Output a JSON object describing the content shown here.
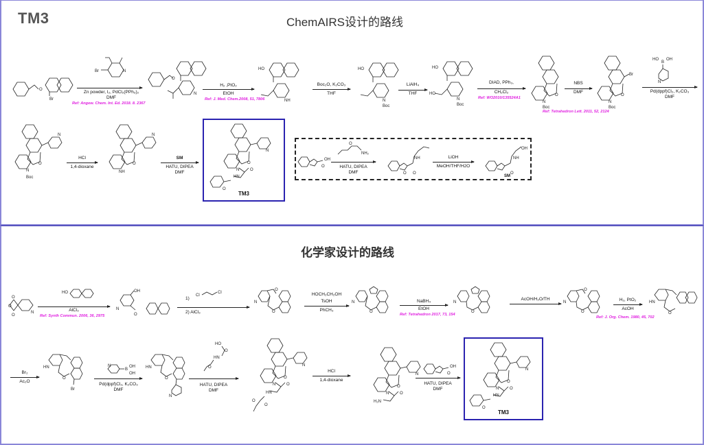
{
  "header": {
    "target_label": "TM3",
    "chemairs_title": "ChemAIRS设计的路线",
    "chemist_title": "化学家设计的路线"
  },
  "chemairs_route": {
    "steps": [
      {
        "reagent_top": "Zn powder, I₂, PdCl₂(PPh₃)₂",
        "reagent_bottom": "DMF",
        "ref": "Ref: Angew. Chem. Int. Ed. 2018. 8. 2367"
      },
      {
        "reagent_top": "H₂ ,PtO₂",
        "reagent_bottom": "EtOH",
        "ref": "Ref: J. Med. Chem.2008, 51, 7806"
      },
      {
        "reagent_top": "Boc₂O, K₂CO₃",
        "reagent_bottom": "THF"
      },
      {
        "reagent_top": "LiAlH₄",
        "reagent_bottom": "THF"
      },
      {
        "reagent_top": "DIAD, PPh₃,",
        "reagent_bottom": "CH₂Cl₂",
        "ref": "Ref: WO2010/135524A1"
      },
      {
        "reagent_top": "NBS",
        "reagent_bottom": "DMF",
        "ref": "Ref: Tetrahedron Lett. 2011, 52, 2124"
      },
      {
        "reagent_top": "Pd(dppf)Cl₂, K₂CO₃",
        "reagent_bottom": "DMF"
      },
      {
        "reagent_top": "HCl",
        "reagent_bottom": "1,4-dioxane"
      },
      {
        "reagent_top": "SM",
        "reagent_bottom": "HATU, DIPEA",
        "reagent_extra": "DMF"
      }
    ],
    "sm_synthesis": {
      "step1": {
        "reagent_top": "HATU, DIPEA",
        "reagent_bottom": "DMF"
      },
      "step2": {
        "reagent_top": "LiOH",
        "reagent_bottom": "MeOH/THF/H2O"
      },
      "product_label": "SM"
    },
    "product_label": "TM3"
  },
  "chemist_route": {
    "steps": [
      {
        "reagent_top": "AlCl₃",
        "ref": "Ref: Synth Commun. 2006, 36, 2975"
      },
      {
        "reagent_top": "1)",
        "reagent_bottom": "2)  AlCl₃"
      },
      {
        "reagent_top": "HOCH₂CH₂OH",
        "reagent_mid": "TsOH",
        "reagent_bottom": "PhCH₃"
      },
      {
        "reagent_top": "NaBH₄",
        "reagent_bottom": "EtOH",
        "ref": "Ref: Tetrahedron 2017, 73, 154"
      },
      {
        "reagent_top": "AcOH/H₂O/TH"
      },
      {
        "reagent_top": "H₂, PtO₂",
        "reagent_bottom": "AcOH",
        "ref": "Ref: J. Org. Chem. 1980, 45, 702"
      },
      {
        "reagent_top": "Br₂",
        "reagent_bottom": "Ac₂O"
      },
      {
        "reagent_top": "Pd(dppf)Cl₂, K₂CO₃",
        "reagent_bottom": "DMF"
      },
      {
        "reagent_top": "HATU, DIPEA",
        "reagent_bottom": "DMF"
      },
      {
        "reagent_top": "HCl",
        "reagent_bottom": "1,4-dioxane"
      },
      {
        "reagent_top": "HATU, DIPEA",
        "reagent_bottom": "DMF"
      }
    ],
    "product_label": "TM3"
  },
  "atom_labels": {
    "br": "Br",
    "o": "O",
    "n": "N",
    "oh": "OH",
    "ho": "HO",
    "nh": "NH",
    "hn": "HN",
    "boc": "Boc",
    "cl": "Cl",
    "nh2": "NH₂",
    "h2n": "H₂N",
    "b": "B"
  },
  "colors": {
    "frame": "#8a86d8",
    "tm_box": "#2a22b0",
    "ref": "#e020e0"
  }
}
